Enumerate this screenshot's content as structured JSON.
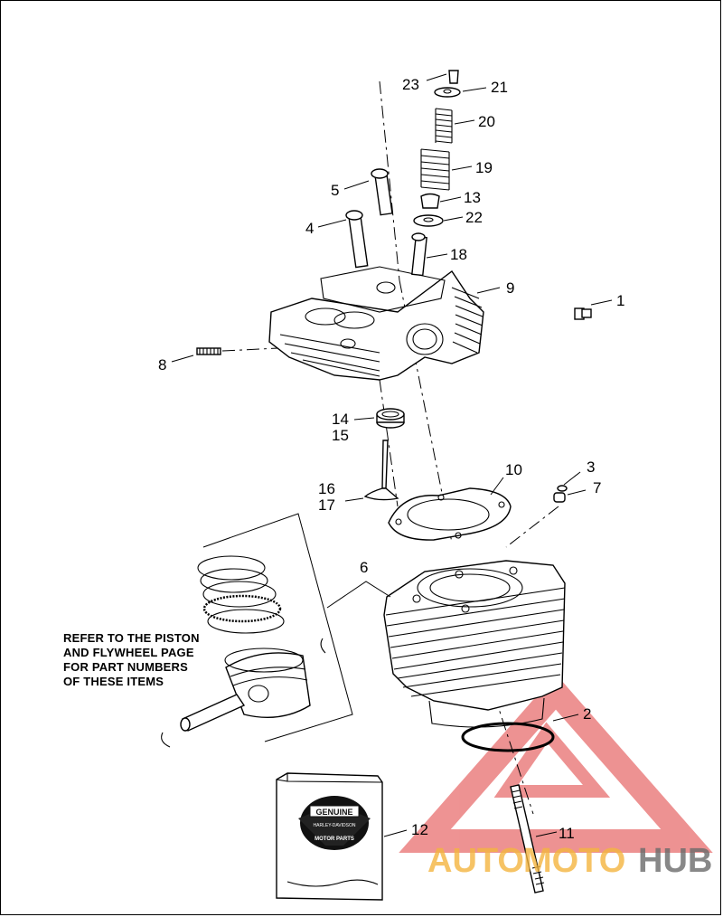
{
  "callouts": [
    "1",
    "2",
    "3",
    "4",
    "5",
    "6",
    "7",
    "8",
    "9",
    "10",
    "11",
    "12",
    "13",
    "14",
    "15",
    "16",
    "17",
    "18",
    "19",
    "20",
    "21",
    "22",
    "23"
  ],
  "note_lines": [
    "REFER TO THE PISTON",
    "AND FLYWHEEL PAGE",
    "FOR PART NUMBERS",
    "OF THESE ITEMS"
  ],
  "box_brand": [
    "GENUINE",
    "HARLEY-DAVIDSON",
    "MOTOR PARTS"
  ],
  "watermark": {
    "part1": "AUTO",
    "part2": "MOTO",
    "part3": "HUB",
    "color_orange": "#f4b53f",
    "color_gray": "#6b6b6b",
    "color_red": "#e03a3a"
  }
}
